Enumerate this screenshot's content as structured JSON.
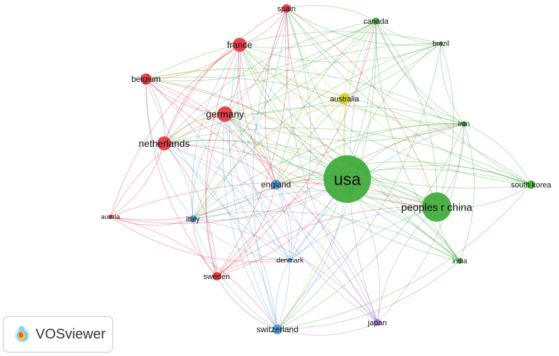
{
  "app": {
    "brand": "VOSviewer"
  },
  "clusters": {
    "red": "#e8303a",
    "green": "#3aa935",
    "blue": "#4a97d6",
    "yellow": "#d4cf21",
    "purple": "#a66bc4"
  },
  "nodes": [
    {
      "id": "usa",
      "label": "usa",
      "cluster": "green"
    },
    {
      "id": "china",
      "label": "peoples r china",
      "cluster": "green"
    },
    {
      "id": "canada",
      "label": "canada",
      "cluster": "green"
    },
    {
      "id": "brazil",
      "label": "brazil",
      "cluster": "green"
    },
    {
      "id": "iran",
      "label": "iran",
      "cluster": "green"
    },
    {
      "id": "south-korea",
      "label": "south korea",
      "cluster": "green"
    },
    {
      "id": "india",
      "label": "india",
      "cluster": "green"
    },
    {
      "id": "australia",
      "label": "australia",
      "cluster": "yellow"
    },
    {
      "id": "spain",
      "label": "spain",
      "cluster": "red"
    },
    {
      "id": "france",
      "label": "france",
      "cluster": "red"
    },
    {
      "id": "belgium",
      "label": "belgium",
      "cluster": "red"
    },
    {
      "id": "germany",
      "label": "germany",
      "cluster": "red"
    },
    {
      "id": "netherlands",
      "label": "netherlands",
      "cluster": "red"
    },
    {
      "id": "austria",
      "label": "austria",
      "cluster": "red"
    },
    {
      "id": "sweden",
      "label": "sweden",
      "cluster": "red"
    },
    {
      "id": "england",
      "label": "england",
      "cluster": "blue"
    },
    {
      "id": "italy",
      "label": "italy",
      "cluster": "blue"
    },
    {
      "id": "denmark",
      "label": "denmark",
      "cluster": "blue"
    },
    {
      "id": "switzerland",
      "label": "switzerland",
      "cluster": "blue"
    },
    {
      "id": "japan",
      "label": "japan",
      "cluster": "purple"
    }
  ]
}
